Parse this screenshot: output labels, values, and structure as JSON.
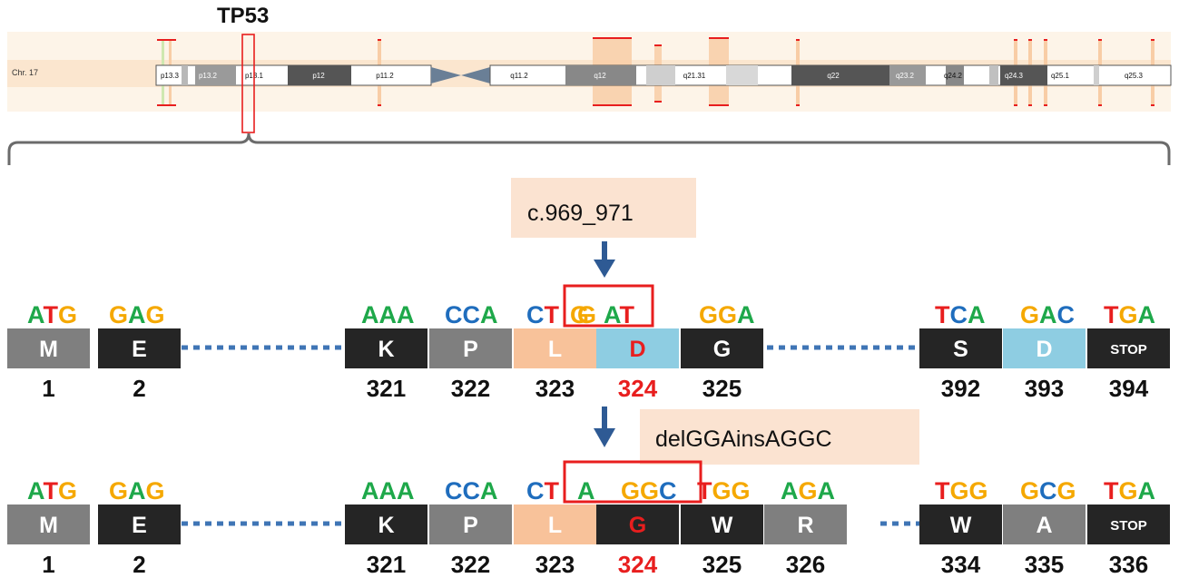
{
  "ideogram": {
    "gene": "TP53",
    "chromosome": "Chr. 17",
    "bands": [
      "p13.3",
      "p13.2",
      "p13.1",
      "p12",
      "p11.2",
      "q11.2",
      "q12",
      "q21.31",
      "q22",
      "q23.2",
      "q24.2",
      "q24.3",
      "q25.1",
      "q25.3"
    ]
  },
  "labels": {
    "cdna_position": "c.969_971",
    "mutation": "delGGAinsAGGC"
  },
  "colors": {
    "A": "#1ea84a",
    "T": "#e81e1e",
    "G": "#f5a800",
    "C": "#1f6dbd",
    "box_red": "#e81e1e",
    "arrow_blue": "#2e5a94",
    "dots_blue": "#3f75b5",
    "label_bg": "#fbe3d1"
  },
  "wildtype": {
    "codons": [
      {
        "pos": "1",
        "codon": "ATG",
        "aa": "M"
      },
      {
        "pos": "2",
        "codon": "GAG",
        "aa": "E"
      },
      {
        "pos": "321",
        "codon": "AAA",
        "aa": "K"
      },
      {
        "pos": "322",
        "codon": "CCA",
        "aa": "P"
      },
      {
        "pos": "323",
        "codon": "CTG",
        "aa": "L"
      },
      {
        "pos": "324",
        "codon": "GAT",
        "aa": "D"
      },
      {
        "pos": "325",
        "codon": "GGA",
        "aa": "G"
      },
      {
        "pos": "392",
        "codon": "TCA",
        "aa": "S"
      },
      {
        "pos": "393",
        "codon": "GAC",
        "aa": "D"
      },
      {
        "pos": "394",
        "codon": "TGA",
        "aa": "STOP"
      }
    ]
  },
  "mutant": {
    "codons": [
      {
        "pos": "1",
        "codon": "ATG",
        "aa": "M"
      },
      {
        "pos": "2",
        "codon": "GAG",
        "aa": "E"
      },
      {
        "pos": "321",
        "codon": "AAA",
        "aa": "K"
      },
      {
        "pos": "322",
        "codon": "CCA",
        "aa": "P"
      },
      {
        "pos": "323",
        "codon": "CTA",
        "aa": "L"
      },
      {
        "pos": "324",
        "codon": "GGC",
        "aa": "G"
      },
      {
        "pos": "325",
        "codon": "TGG",
        "aa": "W"
      },
      {
        "pos": "326",
        "codon": "AGA",
        "aa": "R"
      },
      {
        "pos": "334",
        "codon": "TGG",
        "aa": "W"
      },
      {
        "pos": "335",
        "codon": "GCG",
        "aa": "A"
      },
      {
        "pos": "336",
        "codon": "TGA",
        "aa": "STOP"
      }
    ]
  }
}
